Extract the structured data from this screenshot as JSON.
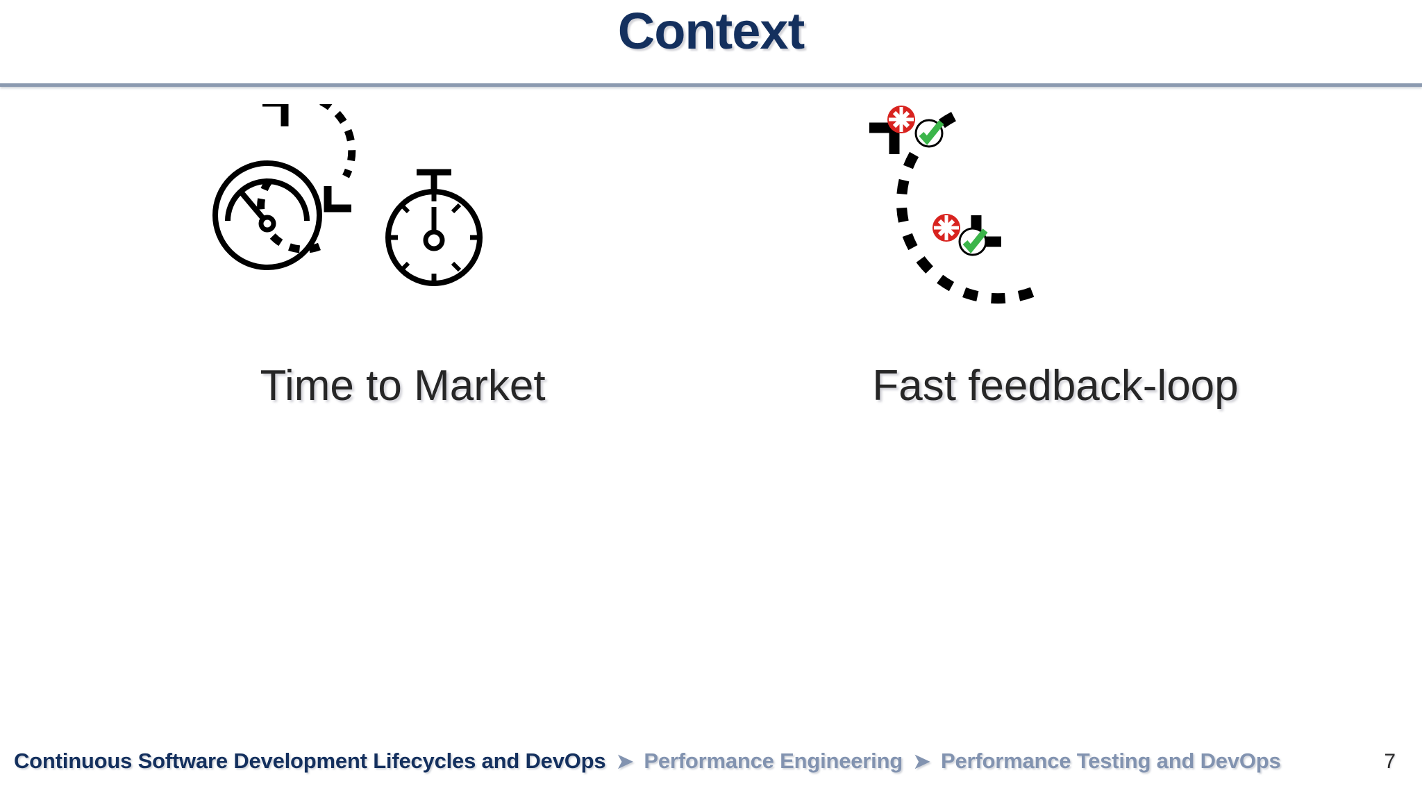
{
  "slide": {
    "title": "Context",
    "page_number": "7",
    "title_color": "#14305e",
    "divider_color": "#8b9ab0",
    "background_color": "#ffffff"
  },
  "content": {
    "items": [
      {
        "caption": "Time to Market",
        "icon_name": "gauge-stopwatch-loop-icon",
        "caption_color": "#262626",
        "parts": [
          "gauge-icon",
          "stopwatch-icon",
          "dashed-loop-arrows"
        ]
      },
      {
        "caption": "Fast feedback-loop",
        "icon_name": "feedback-loop-icon",
        "caption_color": "#262626",
        "parts": [
          "dashed-loop-arrows",
          "red-x-circle",
          "green-check-circle",
          "red-x-circle",
          "green-check-circle"
        ],
        "accent_error_color": "#d8231f",
        "accent_success_color": "#3bb54a"
      }
    ]
  },
  "footer": {
    "breadcrumb": [
      {
        "label": "Continuous Software Development Lifecycles and DevOps",
        "style": "primary"
      },
      {
        "label": "Performance Engineering",
        "style": "secondary"
      },
      {
        "label": "Performance Testing and DevOps",
        "style": "secondary"
      }
    ],
    "separator": "➤",
    "primary_color": "#14305e",
    "secondary_color": "#8293b0"
  }
}
